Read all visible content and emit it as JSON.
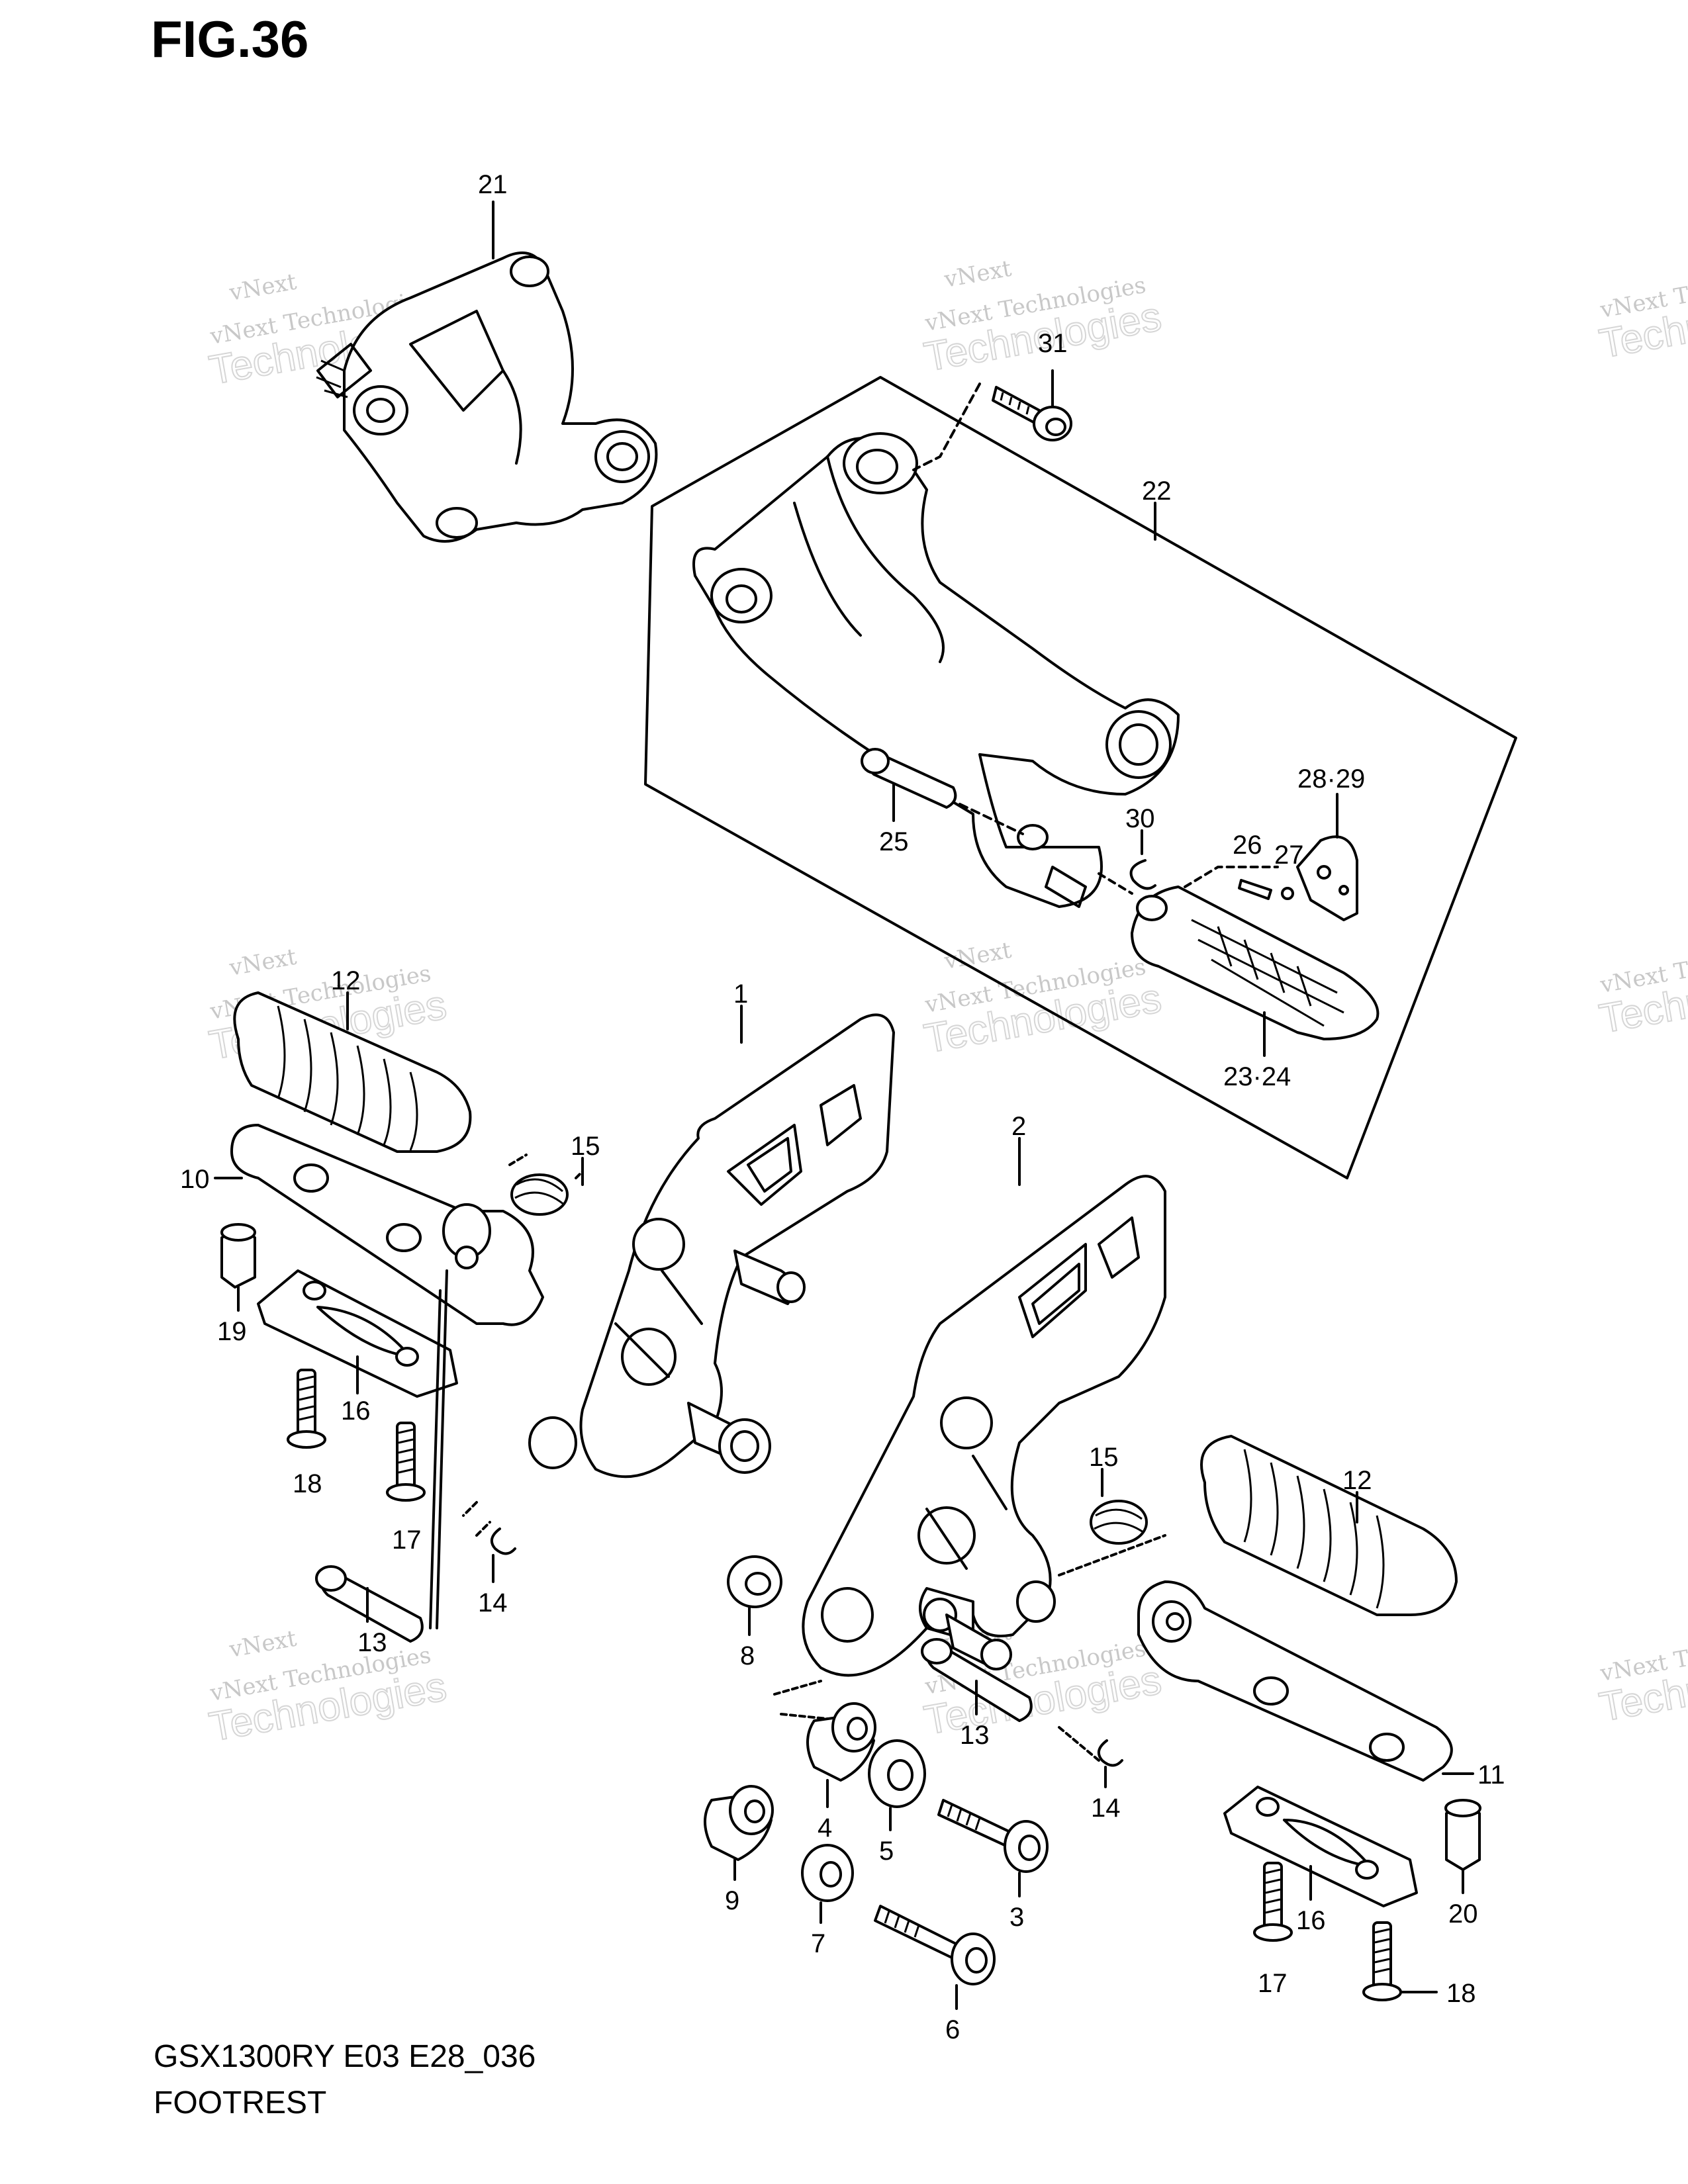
{
  "figure_title": "FIG.36",
  "footer": {
    "model_code": "GSX1300RY E03 E28_036",
    "section_name": "FOOTREST"
  },
  "watermark": {
    "line1": "vNext Technologies",
    "line2": "vNext",
    "line3": "Technologies"
  },
  "callouts": {
    "p21": "21",
    "p31": "31",
    "p22": "22",
    "p2829": "28·29",
    "p30": "30",
    "p26": "26",
    "p27": "27",
    "p25": "25",
    "p2324": "23·24",
    "p12a": "12",
    "p1": "1",
    "p15a": "15",
    "p10": "10",
    "p19": "19",
    "p16a": "16",
    "p18a": "18",
    "p17a": "17",
    "p14a": "14",
    "p13a": "13",
    "p2": "2",
    "p15b": "15",
    "p12b": "12",
    "p8": "8",
    "p13b": "13",
    "p4": "4",
    "p5": "5",
    "p14b": "14",
    "p11": "11",
    "p9": "9",
    "p7": "7",
    "p3": "3",
    "p16b": "16",
    "p20": "20",
    "p17b": "17",
    "p6": "6",
    "p18b": "18"
  }
}
